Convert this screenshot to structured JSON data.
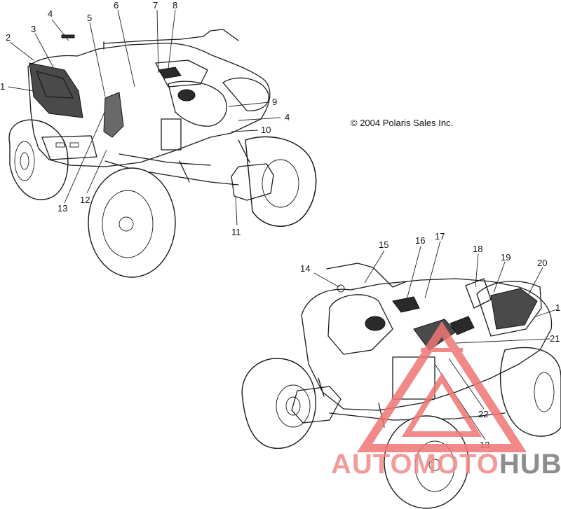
{
  "diagram": {
    "copyright": "© 2004 Polaris Sales Inc.",
    "callouts": {
      "c1a": "1",
      "c2": "2",
      "c3": "3",
      "c4a": "4",
      "c5": "5",
      "c6": "6",
      "c7": "7",
      "c8": "8",
      "c9": "9",
      "c4b": "4",
      "c10": "10",
      "c11": "11",
      "c12": "12",
      "c13a": "13",
      "c14": "14",
      "c15": "15",
      "c16": "16",
      "c17": "17",
      "c18": "18",
      "c19": "19",
      "c20": "20",
      "c1b": "1",
      "c21": "21",
      "c22": "22",
      "c13b": "13"
    }
  },
  "watermark": {
    "part1": "AUTOMOTO",
    "part2": "HUB",
    "color_main": "#f08a8a",
    "color_hub": "#7a7a7a",
    "color_logo": "#f07575"
  }
}
